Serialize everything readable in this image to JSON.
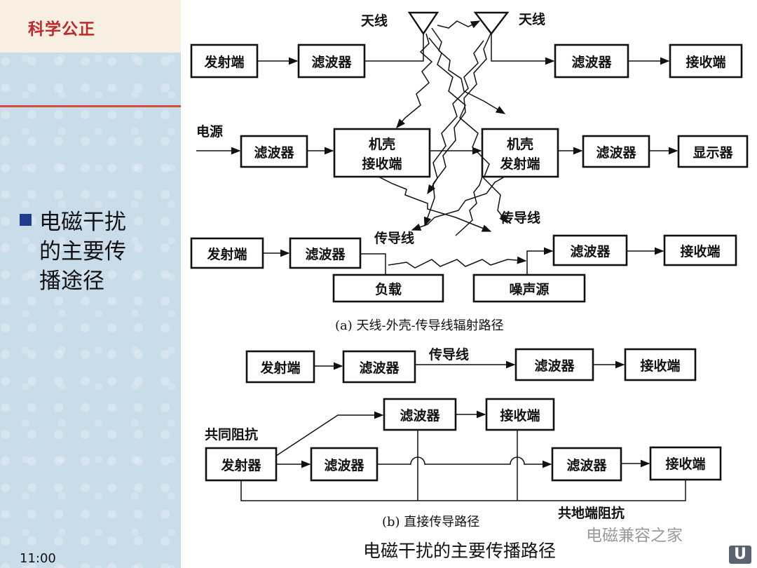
{
  "sidebar": {
    "brand": "科学公正",
    "topic_lines": [
      "电磁干扰",
      "的主要传",
      "播途径"
    ],
    "time": "11:00"
  },
  "diagram_a": {
    "antenna_left": "天线",
    "antenna_right": "天线",
    "row1": [
      "发射端",
      "滤波器",
      "滤波器",
      "接收端"
    ],
    "power_label": "电源",
    "row2": [
      "滤波器",
      "机壳",
      "接收端",
      "机壳",
      "发射端",
      "滤波器",
      "显示器"
    ],
    "conduct_label_1": "传导线",
    "conduct_label_2": "传导线",
    "row3": [
      "发射端",
      "滤波器",
      "滤波器",
      "接收端"
    ],
    "load": "负载",
    "noise": "噪声源",
    "caption": "(a)  天线-外壳-传导线辐射路径"
  },
  "diagram_b": {
    "top_row": [
      "发射端",
      "滤波器",
      "滤波器",
      "接收端"
    ],
    "conduct_label": "传导线",
    "common_impedance": "共同阻抗",
    "mid_row": [
      "滤波器",
      "接收端"
    ],
    "bottom_row": [
      "发射器",
      "滤波器",
      "滤波器",
      "接收端"
    ],
    "ground_impedance": "共地端阻抗",
    "caption": "(b)  直接传导路径"
  },
  "footer": {
    "title": "电磁干扰的主要传播路径",
    "watermark": "电磁兼容之家",
    "corner_logo": "U"
  }
}
